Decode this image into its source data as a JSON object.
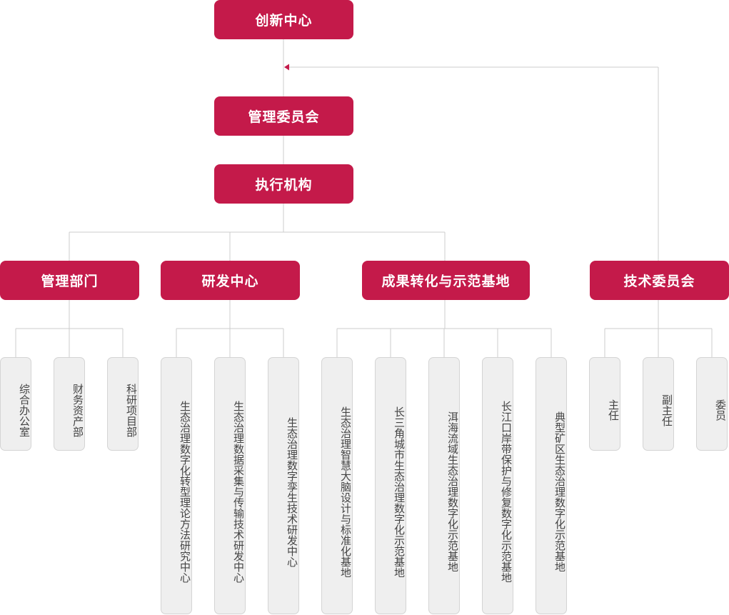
{
  "top": {
    "innovation": "创新中心",
    "management_committee": "管理委员会",
    "executive": "执行机构"
  },
  "departments": [
    {
      "label": "管理部门",
      "children": [
        "综合办公室",
        "财务资产部",
        "科研项目部"
      ]
    },
    {
      "label": "研发中心",
      "children": [
        "生态治理数字化转型理论方法研究中心",
        "生态治理数据采集与传输技术研发中心",
        "生态治理数字孪生技术研发中心"
      ]
    },
    {
      "label": "成果转化与示范基地",
      "children": [
        "生态治理智慧大脑设计与标准化基地",
        "长三角城市生态治理数字化示范基地",
        "洱海流域生态治理数字化示范基地",
        "长江口岸带保护与修复数字化示范基地",
        "典型矿区生态治理数字化示范基地"
      ]
    },
    {
      "label": "技术委员会",
      "children": [
        "主任",
        "副主任",
        "委员"
      ]
    }
  ],
  "colors": {
    "box": "#c41a4a",
    "line": "#cccccc",
    "arrow": "#c41a4a",
    "leaf_bg": "#efefef"
  }
}
